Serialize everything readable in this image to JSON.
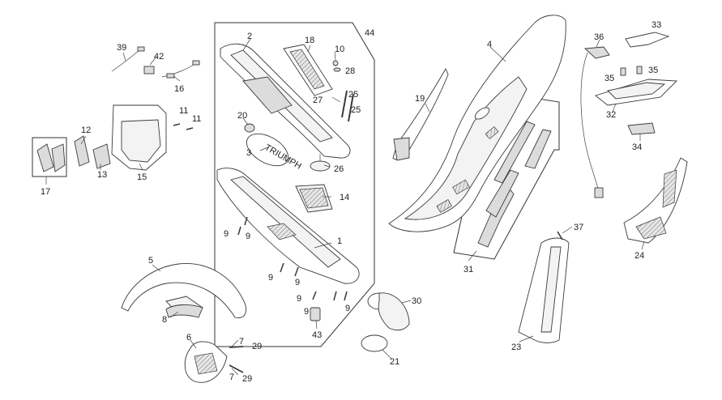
{
  "callouts": [
    "1",
    "2",
    "3",
    "4",
    "5",
    "6",
    "7",
    "8",
    "9",
    "10",
    "11",
    "12",
    "13",
    "14",
    "15",
    "16",
    "17",
    "18",
    "19",
    "20",
    "21",
    "23",
    "24",
    "25",
    "26",
    "27",
    "28",
    "29",
    "30",
    "31",
    "32",
    "33",
    "34",
    "35",
    "36",
    "37",
    "39",
    "42",
    "43",
    "44"
  ],
  "labels": {
    "l1": "1",
    "l2": "2",
    "l3": "3",
    "l4": "4",
    "l5": "5",
    "l6": "6",
    "l7a": "7",
    "l7b": "7",
    "l8": "8",
    "l9a": "9",
    "l9b": "9",
    "l9c": "9",
    "l9d": "9",
    "l9e": "9",
    "l9f": "9",
    "l9g": "9",
    "l10": "10",
    "l11a": "11",
    "l11b": "11",
    "l12": "12",
    "l13": "13",
    "l14": "14",
    "l15": "15",
    "l16": "16",
    "l17": "17",
    "l18": "18",
    "l19": "19",
    "l20": "20",
    "l21": "21",
    "l23": "23",
    "l24": "24",
    "l25a": "25",
    "l25b": "25",
    "l26": "26",
    "l27": "27",
    "l28": "28",
    "l29a": "29",
    "l29b": "29",
    "l30": "30",
    "l31": "31",
    "l32": "32",
    "l33": "33",
    "l34": "34",
    "l35a": "35",
    "l35b": "35",
    "l36": "36",
    "l37": "37",
    "l39": "39",
    "l42": "42",
    "l43": "43",
    "l44": "44"
  },
  "brand_text": "TRIUMPH",
  "colors": {
    "line": "#3a3a3a",
    "fill_light": "#f3f3f3",
    "fill_dark": "#dcdcdc",
    "background": "#ffffff"
  }
}
